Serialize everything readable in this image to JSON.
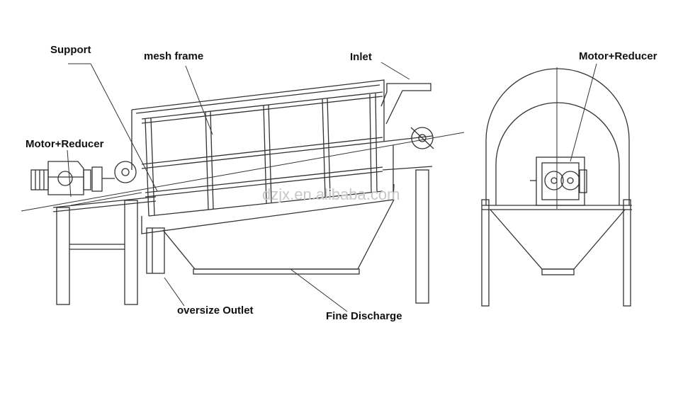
{
  "labels": {
    "support": "Support",
    "mesh_frame": "mesh frame",
    "inlet": "Inlet",
    "motor_reducer_left": "Motor+Reducer",
    "motor_reducer_right": "Motor+Reducer",
    "oversize_outlet": "oversize Outlet",
    "fine_discharge": "Fine Discharge"
  },
  "watermark": "dzjx.en.alibaba.com",
  "colors": {
    "line": "#333333",
    "text": "#111111",
    "watermark": "#c8c8c8"
  }
}
